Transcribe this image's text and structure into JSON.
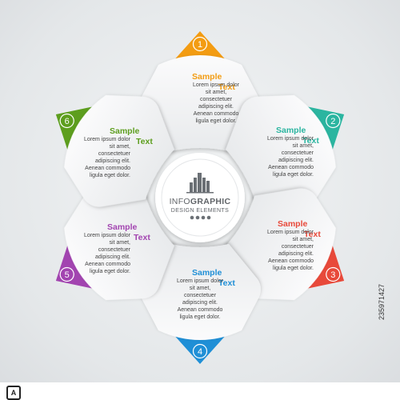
{
  "brand": {
    "line1_a": "INFO",
    "line1_b": "GRAPHIC",
    "line2": "DESIGN ELEMENTS"
  },
  "stock_id": "235971427",
  "petals": [
    {
      "number": "1",
      "title_a": "Sample",
      "title_b": "Text",
      "color": "#f39c12",
      "lines": [
        "Lorem ipsum dolor",
        "sit amet,",
        "consectetuer",
        "adipiscing elit.",
        "Aenean commodo",
        "ligula eget dolor."
      ]
    },
    {
      "number": "2",
      "title_a": "Sample",
      "title_b": "Text",
      "color": "#2bb5a0",
      "lines": [
        "Lorem ipsum dolor",
        "sit amet,",
        "consectetuer",
        "adipiscing elit.",
        "Aenean commodo",
        "ligula eget dolor."
      ]
    },
    {
      "number": "3",
      "title_a": "Sample",
      "title_b": "Text",
      "color": "#e8493a",
      "lines": [
        "Lorem ipsum dolor",
        "sit amet,",
        "consectetuer",
        "adipiscing elit.",
        "Aenean commodo",
        "ligula eget dolor."
      ]
    },
    {
      "number": "4",
      "title_a": "Sample",
      "title_b": "Text",
      "color": "#1f8fd6",
      "lines": [
        "Lorem ipsum dolor",
        "sit amet,",
        "consectetuer",
        "adipiscing elit.",
        "Aenean commodo",
        "ligula eget dolor."
      ]
    },
    {
      "number": "5",
      "title_a": "Sample",
      "title_b": "Text",
      "color": "#a244b0",
      "lines": [
        "Lorem ipsum dolor",
        "sit amet,",
        "consectetuer",
        "adipiscing elit.",
        "Aenean commodo",
        "ligula eget dolor."
      ]
    },
    {
      "number": "6",
      "title_a": "Sample",
      "title_b": "Text",
      "color": "#5d9e1e",
      "lines": [
        "Lorem ipsum dolor",
        "sit amet,",
        "consectetuer",
        "adipiscing elit.",
        "Aenean commodo",
        "ligula eget dolor."
      ]
    }
  ]
}
